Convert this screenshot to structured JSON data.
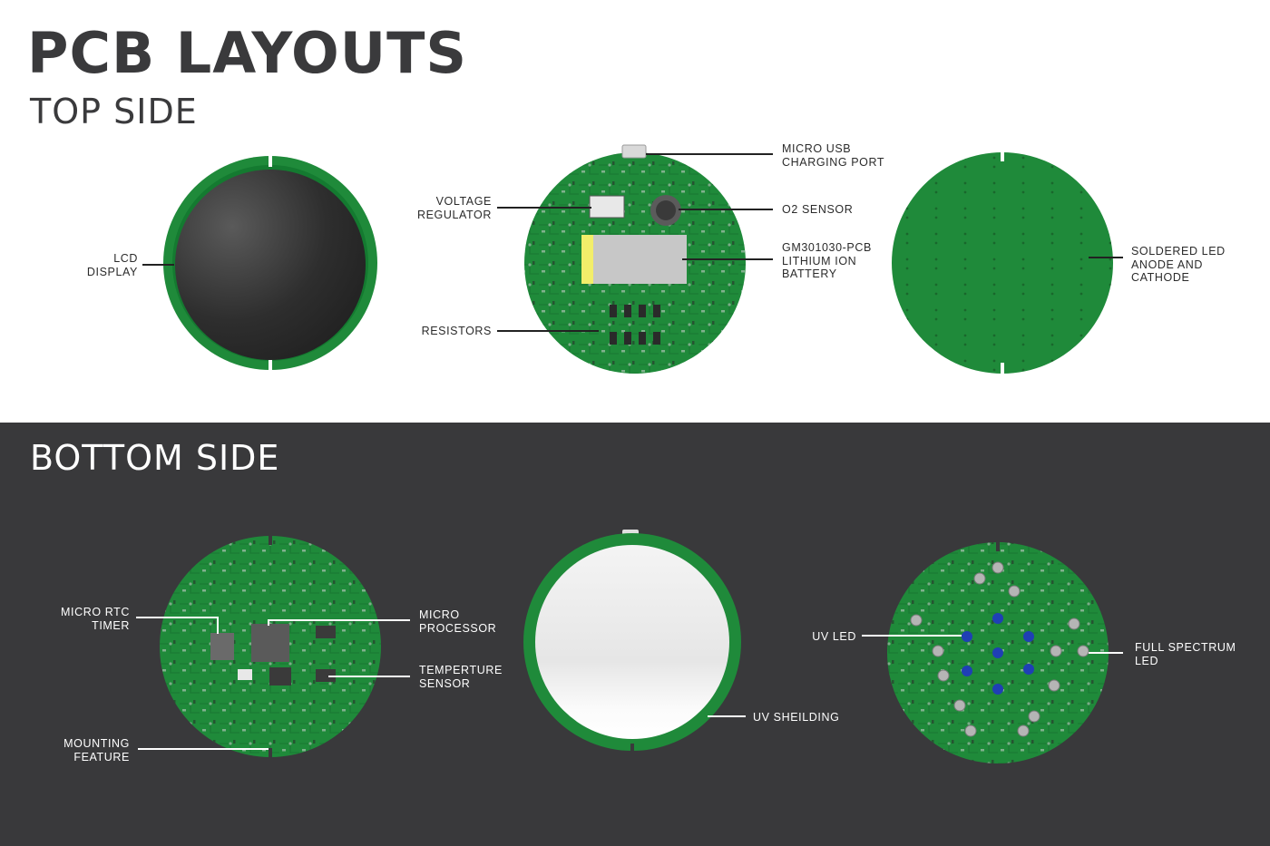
{
  "header": {
    "title": "PCB LAYOUTS",
    "top_subtitle": "TOP SIDE",
    "bottom_subtitle": "BOTTOM SIDE"
  },
  "colors": {
    "pcb_green": "#1f8a3a",
    "pcb_dark_green": "#156b2b",
    "dark_background": "#39393b",
    "battery_yellow": "#f2ee6a",
    "uv_led_blue": "#1f3fb5"
  },
  "top_labels": {
    "lcd_display": "LCD\nDISPLAY",
    "voltage_regulator": "VOLTAGE\nREGULATOR",
    "resistors": "RESISTORS",
    "micro_usb": "MICRO USB\nCHARGING PORT",
    "o2_sensor": "O2 SENSOR",
    "battery": "GM301030-PCB\nLITHIUM ION\nBATTERY",
    "soldered_led": "SOLDERED LED\nANODE AND\nCATHODE"
  },
  "bottom_labels": {
    "micro_rtc": "MICRO RTC\nTIMER",
    "mounting_feature": "MOUNTING\nFEATURE",
    "micro_processor": "MICRO\nPROCESSOR",
    "temperature_sensor": "TEMPERTURE\nSENSOR",
    "uv_shielding": "UV SHEILDING",
    "uv_led": "UV LED",
    "full_spectrum_led": "FULL SPECTRUM\nLED"
  }
}
